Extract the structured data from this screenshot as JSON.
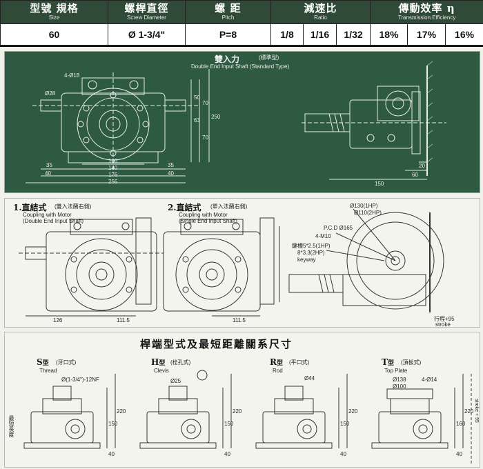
{
  "spec_table": {
    "headers": [
      {
        "zh": "型號 規格",
        "en": "Size"
      },
      {
        "zh": "螺桿直徑",
        "en": "Screw Diameter"
      },
      {
        "zh": "螺 距",
        "en": "Pitch"
      },
      {
        "zh": "減速比",
        "en": "Ratio"
      },
      {
        "zh": "傳動效率 η",
        "en": "Transmission Efficiency"
      }
    ],
    "values": [
      "60",
      "Ø 1-3/4\"",
      "P=8",
      "1/8",
      "1/16",
      "1/32",
      "18%",
      "17%",
      "16%"
    ]
  },
  "section1": {
    "title_zh": "雙入力",
    "title_note": "(標準型)",
    "title_en": "Double End Input Shaft (Standard Type)",
    "dims_bottom": [
      "35",
      "40",
      "100",
      "140",
      "176",
      "40",
      "35",
      "256"
    ],
    "dims_right": [
      "50",
      "63",
      "250",
      "70",
      "70"
    ],
    "dims_side": [
      "150",
      "60",
      "20"
    ],
    "label_hole": "4-Ø18",
    "label_shaft": "Ø28"
  },
  "section2": {
    "left_title": "1.直結式",
    "left_title_note": "(雙入法蘭右側)",
    "left_sub1": "Coupling with Motor",
    "left_sub2": "(Double End Input Shaft)",
    "mid_title": "2.直結式",
    "mid_title_note": "(單入法蘭右側)",
    "mid_sub1": "Coupling with Motor",
    "mid_sub2": "(Single End Input Shaft)",
    "dim_left_a": "126",
    "dim_left_b": "111.5",
    "dim_mid": "111.5",
    "labels_right": [
      "Ø130(1HP)",
      "Ø110(2HP)",
      "P.C.D Ø165",
      "4-M10",
      "鍵槽5*2.5(1HP)",
      "8*3.3(2HP)",
      "keyway",
      "行程+95",
      "stroke"
    ]
  },
  "section3": {
    "title": "桿端型式及最短距離關系尺寸",
    "types": [
      {
        "id": "S",
        "zh": "型",
        "note": "(牙口式)",
        "en": "Thread",
        "dim": "Ø(1-3/4\")-12NF",
        "heights": [
          "220",
          "150",
          "40"
        ]
      },
      {
        "id": "H",
        "zh": "型",
        "note": "(栓孔式)",
        "en": "Clevis",
        "dim": "Ø25",
        "heights": [
          "220",
          "150",
          "40"
        ]
      },
      {
        "id": "R",
        "zh": "型",
        "note": "(平口式)",
        "en": "Rod",
        "dim": "Ø44",
        "heights": [
          "220",
          "150",
          "40"
        ]
      },
      {
        "id": "T",
        "zh": "型",
        "note": "(頂板式)",
        "en": "Top Plate",
        "dim": "Ø138",
        "dim2": "Ø100",
        "dim3": "4-Ø14",
        "heights": [
          "220",
          "160",
          "40"
        ]
      }
    ],
    "side_note": "最短長度",
    "side_note_en": "stroke + 95"
  }
}
